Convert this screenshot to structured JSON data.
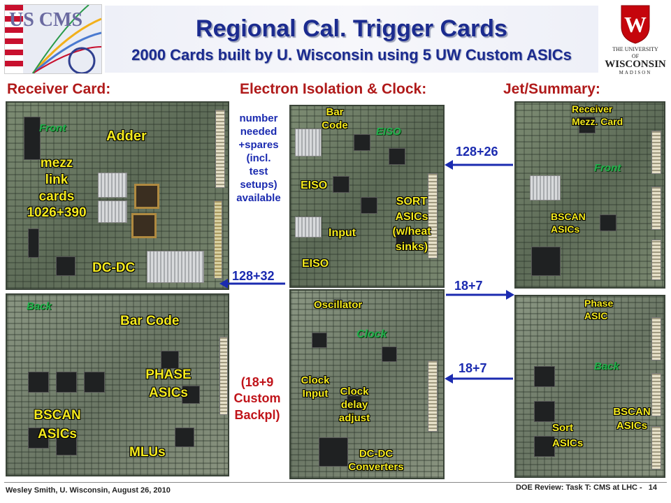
{
  "header": {
    "title": "Regional Cal. Trigger Cards",
    "subtitle": "2000 Cards built by U. Wisconsin using 5 UW Custom ASICs",
    "left_logo_text": "US CMS",
    "right_logo": {
      "the": "THE UNIVERSITY",
      "of": "OF",
      "name": "WISCONSIN",
      "city": "MADISON",
      "crest_letter": "W"
    }
  },
  "sections": {
    "receiver": "Receiver Card:",
    "electron": "Electron Isolation & Clock:",
    "jet": "Jet/Summary:"
  },
  "receiver_front": {
    "front": "Front",
    "adder": "Adder",
    "mezz": [
      "mezz",
      "link",
      "cards",
      "1026+390"
    ],
    "dcdc": "DC-DC"
  },
  "receiver_back": {
    "back": "Back",
    "barcode": "Bar Code",
    "phase": [
      "PHASE",
      "ASICs"
    ],
    "bscan": [
      "BSCAN",
      "ASICs"
    ],
    "mlus": "MLUs"
  },
  "middle": {
    "needed": [
      "number",
      "needed",
      "+spares",
      "(incl.",
      "test",
      "setups)",
      "available"
    ],
    "count_receiver": "128+32",
    "backplane": [
      "(18+9",
      "Custom",
      "Backpl)"
    ]
  },
  "eiso_card": {
    "barcode": [
      "Bar",
      "Code"
    ],
    "eiso_green": "EISO",
    "eiso1": "EISO",
    "sort": [
      "SORT",
      "ASICs",
      "(w/heat",
      "sinks)"
    ],
    "input": "Input",
    "eiso2": "EISO"
  },
  "clock_card": {
    "oscillator": "Oscillator",
    "clock_green": "Clock",
    "clock_input": [
      "Clock",
      "Input"
    ],
    "clock_delay": [
      "Clock",
      "delay",
      "adjust"
    ],
    "dcdc": [
      "DC-DC",
      "Converters"
    ]
  },
  "arrows": {
    "eiso": "128+26",
    "jet": "18+7",
    "clock": "18+7"
  },
  "jet_front": {
    "receiver_mezz": [
      "Receiver",
      "Mezz. Card"
    ],
    "front": "Front",
    "bscan": [
      "BSCAN",
      "ASICs"
    ]
  },
  "jet_back": {
    "phase": [
      "Phase",
      "ASIC"
    ],
    "back": "Back",
    "bscan": [
      "BSCAN",
      "ASICs"
    ],
    "sort": [
      "Sort",
      "ASICs"
    ]
  },
  "footer": {
    "left": "Wesley Smith, U. Wisconsin, August 26, 2010",
    "right": "DOE Review: Task T: CMS at LHC -",
    "page": "14"
  },
  "colors": {
    "title_blue": "#1b2b8f",
    "section_red": "#b01a1a",
    "label_yellow": "#f4ea1e",
    "label_green": "#22b14c",
    "arrow_blue": "#1b2bb0"
  }
}
